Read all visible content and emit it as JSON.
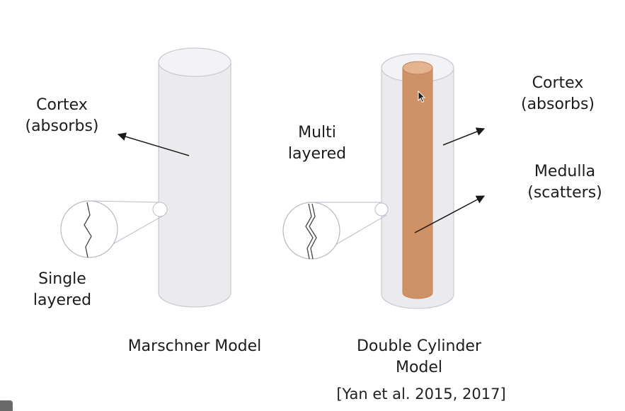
{
  "labels": {
    "left_cortex": [
      "Cortex",
      "(absorbs)"
    ],
    "left_layer": [
      "Single",
      "layered"
    ],
    "left_model": "Marschner Model",
    "right_layer": [
      "Multi",
      "layered"
    ],
    "right_cortex": [
      "Cortex",
      "(absorbs)"
    ],
    "right_medulla": [
      "Medulla",
      "(scatters)"
    ],
    "right_model": [
      "Double Cylinder",
      "Model"
    ],
    "citation": "[Yan et al. 2015, 2017]"
  },
  "colors": {
    "cylinder_fill": "#ebebee",
    "cylinder_stroke": "#c9c9d2",
    "medulla_fill": "#cf9266",
    "medulla_top": "#e3b48f",
    "arrow": "#1a1a1a",
    "text": "#1c1c1c"
  },
  "icons": [
    "arrow-cursor-icon"
  ]
}
